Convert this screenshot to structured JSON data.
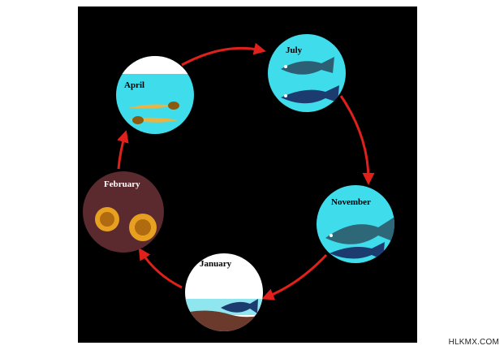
{
  "diagram": {
    "stages": [
      {
        "id": "april",
        "label": "April",
        "scene": "larvae"
      },
      {
        "id": "july",
        "label": "July",
        "scene": "adult-fish"
      },
      {
        "id": "november",
        "label": "November",
        "scene": "adult-fish"
      },
      {
        "id": "january",
        "label": "January",
        "scene": "drying-pool"
      },
      {
        "id": "february",
        "label": "February",
        "scene": "eggs"
      }
    ],
    "flow": [
      "april",
      "july",
      "november",
      "january",
      "february",
      "april"
    ],
    "colors": {
      "background": "#000000",
      "arrow": "#e0201a",
      "water": "#3fdcec",
      "egg": "#e8a020",
      "soil": "#5a2a2e",
      "label_light": "#000000",
      "label_dark": "#ffffff"
    }
  },
  "watermark": "HLKMX.COM"
}
